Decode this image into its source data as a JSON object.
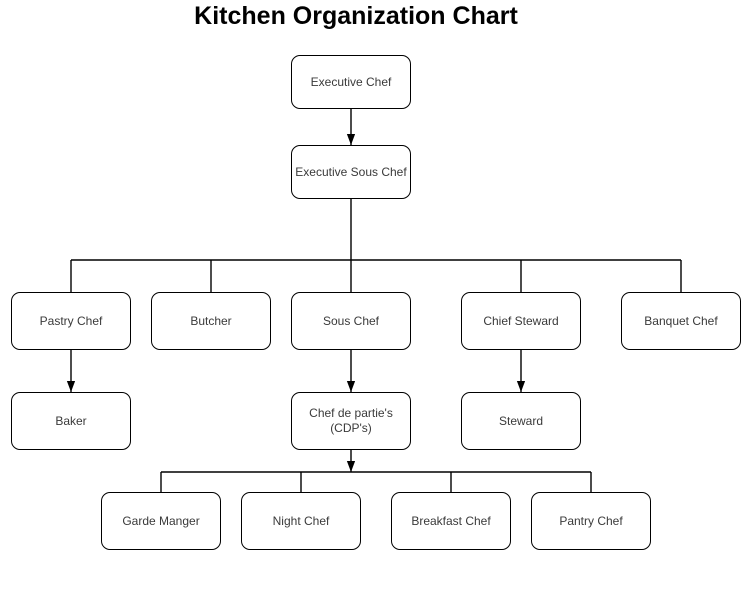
{
  "title": "Kitchen Organization Chart",
  "nodes": [
    {
      "id": "executive-chef",
      "label": "Executive Chef",
      "reports_to": null
    },
    {
      "id": "executive-sous-chef",
      "label": "Executive Sous Chef",
      "reports_to": "executive-chef"
    },
    {
      "id": "pastry-chef",
      "label": "Pastry Chef",
      "reports_to": "executive-sous-chef"
    },
    {
      "id": "butcher",
      "label": "Butcher",
      "reports_to": "executive-sous-chef"
    },
    {
      "id": "sous-chef",
      "label": "Sous Chef",
      "reports_to": "executive-sous-chef"
    },
    {
      "id": "chief-steward",
      "label": "Chief Steward",
      "reports_to": "executive-sous-chef"
    },
    {
      "id": "banquet-chef",
      "label": "Banquet Chef",
      "reports_to": "executive-sous-chef"
    },
    {
      "id": "baker",
      "label": "Baker",
      "reports_to": "pastry-chef"
    },
    {
      "id": "chef-de-partie",
      "label": "Chef de partie's (CDP's)",
      "reports_to": "sous-chef"
    },
    {
      "id": "steward",
      "label": "Steward",
      "reports_to": "chief-steward"
    },
    {
      "id": "garde-manger",
      "label": "Garde Manger",
      "reports_to": "chef-de-partie"
    },
    {
      "id": "night-chef",
      "label": "Night Chef",
      "reports_to": "chef-de-partie"
    },
    {
      "id": "breakfast-chef",
      "label": "Breakfast Chef",
      "reports_to": "chef-de-partie"
    },
    {
      "id": "pantry-chef",
      "label": "Pantry Chef",
      "reports_to": "chef-de-partie"
    }
  ],
  "colors": {
    "background": "#ffffff",
    "line": "#000000",
    "box_border": "#000000",
    "box_fill": "#ffffff",
    "label_text": "#3a3a3a",
    "title_text": "#000000"
  }
}
